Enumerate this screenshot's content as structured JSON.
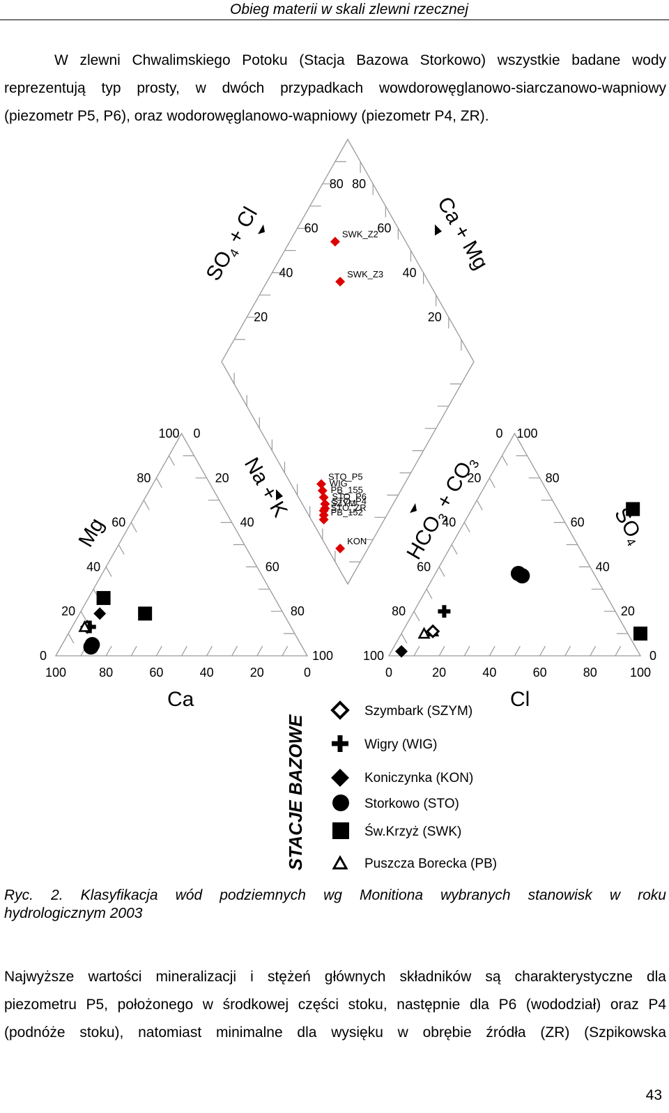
{
  "header": {
    "title": "Obieg materii w skali zlewni rzecznej"
  },
  "paragraph1": {
    "line1": "W zlewni Chwalimskiego Potoku (Stacja Bazowa Storkowo) wszystkie badane wody",
    "line2": "reprezentują typ prosty, w dwóch przypadkach wowdorowęglanowo-siarczanowo-wapniowy",
    "line3": "(piezometr P5, P6), oraz wodorowęglanowo-wapniowy (piezometr P4, ZR)."
  },
  "chart_data": {
    "type": "scatter",
    "title": "",
    "subtype": "Piper trilinear diagram",
    "ticks": {
      "ca": [
        "100",
        "80",
        "60",
        "40",
        "20",
        "0"
      ],
      "mg": [
        "0",
        "20",
        "40",
        "60",
        "80",
        "100"
      ],
      "nak": [
        "0",
        "20",
        "40",
        "60",
        "80",
        "100"
      ],
      "cl": [
        "0",
        "20",
        "40",
        "60",
        "80",
        "100"
      ],
      "so4": [
        "0",
        "20",
        "40",
        "60",
        "80",
        "100"
      ],
      "hco3": [
        "100",
        "80",
        "60",
        "40",
        "20",
        "0"
      ],
      "diamond_left": [
        "20",
        "40",
        "60",
        "80"
      ],
      "diamond_right": [
        "80",
        "60",
        "40",
        "20"
      ]
    },
    "axis_labels": {
      "ca": "Ca",
      "mg": "Mg",
      "na_k": "Na + K",
      "cl": "Cl",
      "so4": "SO",
      "so4_sub": "4",
      "hco3_co3": "HCO",
      "hco3_sub": "3",
      "co3": " + CO",
      "co3_sub": "3",
      "so4_cl": "SO",
      "so4_cl_sub": "4",
      "so4_cl_rest": " + Cl",
      "ca_mg": "Ca + Mg"
    },
    "diamond_points": [
      {
        "label": "SWK_Z2",
        "u": 72,
        "v": 82
      },
      {
        "label": "SWK_Z3",
        "u": 65,
        "v": 71
      },
      {
        "label": "STO_P5",
        "u": 12,
        "v": 33
      },
      {
        "label": "WIG",
        "u": 11,
        "v": 31
      },
      {
        "label": "PB_155",
        "u": 10,
        "v": 29
      },
      {
        "label": "STO_P6",
        "u": 9,
        "v": 27
      },
      {
        "label": "STO_P4",
        "u": 8,
        "v": 26
      },
      {
        "label": "SZYM",
        "u": 7,
        "v": 26
      },
      {
        "label": "STO_ZR",
        "u": 6,
        "v": 25
      },
      {
        "label": "PB_152",
        "u": 5,
        "v": 24
      },
      {
        "label": "KON",
        "u": 5,
        "v": 11
      }
    ],
    "cation_points": [
      {
        "station": "STO",
        "ca": 84,
        "mg": 4
      },
      {
        "station": "STO",
        "ca": 83,
        "mg": 5
      },
      {
        "station": "SZYM",
        "ca": 81,
        "mg": 13
      },
      {
        "station": "WIG",
        "ca": 80,
        "mg": 13
      },
      {
        "station": "PB",
        "ca": 82,
        "mg": 13
      },
      {
        "station": "KON",
        "ca": 73,
        "mg": 19
      },
      {
        "station": "SWK",
        "ca": 68,
        "mg": 26
      },
      {
        "station": "SWK",
        "ca": 55,
        "mg": 19
      }
    ],
    "anion_points": [
      {
        "station": "KON",
        "cl": 4,
        "so4": 2
      },
      {
        "station": "PB",
        "cl": 9,
        "so4": 10
      },
      {
        "station": "PB",
        "cl": 12,
        "so4": 11
      },
      {
        "station": "SZYM",
        "cl": 12,
        "so4": 11
      },
      {
        "station": "WIG",
        "cl": 12,
        "so4": 20
      },
      {
        "station": "STO",
        "cl": 33,
        "so4": 37
      },
      {
        "station": "STO",
        "cl": 35,
        "so4": 36
      },
      {
        "station": "SWK",
        "cl": 64,
        "so4": 66
      },
      {
        "station": "SWK",
        "cl": 95,
        "so4": 10
      }
    ],
    "colors": {
      "diamond_marker": "#dd0000",
      "line": "#999999",
      "marker": "#000000"
    }
  },
  "stacje_label": "STACJE BAZOWE",
  "legend": [
    {
      "symbol": "diamond-open",
      "label": "Szymbark (SZYM)"
    },
    {
      "symbol": "plus",
      "label": "Wigry (WIG)"
    },
    {
      "symbol": "diamond",
      "label": "Koniczynka (KON)"
    },
    {
      "symbol": "circle",
      "label": "Storkowo (STO)"
    },
    {
      "symbol": "square",
      "label": "Św.Krzyż (SWK)"
    },
    {
      "symbol": "triangle-open",
      "label": "Puszcza Borecka (PB)"
    }
  ],
  "caption": {
    "line1": "Ryc. 2. Klasyfikacja wód podziemnych wg Monitiona wybranych stanowisk w roku",
    "line2": "hydrologicznym 2003"
  },
  "paragraph2": {
    "line1": "Najwyższe wartości mineralizacji i stężeń głównych składników są charakterystyczne dla",
    "line2": "piezometru P5, położonego w środkowej części stoku, następnie dla P6 (wododział) oraz P4",
    "line3": "(podnóże stoku), natomiast minimalne dla wysięku w obrębie źródła (ZR) (Szpikowska"
  },
  "page_number": "43"
}
